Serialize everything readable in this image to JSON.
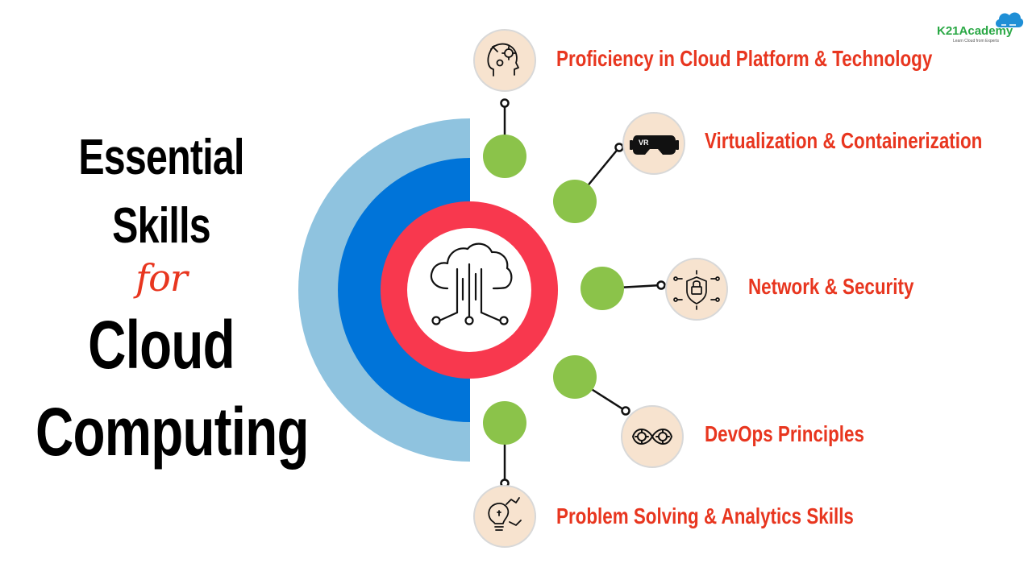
{
  "title": {
    "line1": "Essential",
    "line2": "Skills",
    "line3": "for",
    "line4": "Cloud",
    "line5": "Computing"
  },
  "logo": {
    "name": "K21Academy",
    "tagline": "Learn Cloud from Experts"
  },
  "skills": [
    {
      "label": "Proficiency in Cloud Platform & Technology",
      "icon": "cloud-platform-head-icon"
    },
    {
      "label": "Virtualization & Containerization",
      "icon": "vr-headset-icon"
    },
    {
      "label": "Network & Security",
      "icon": "network-lock-icon"
    },
    {
      "label": "DevOps Principles",
      "icon": "devops-gears-icon"
    },
    {
      "label": "Problem Solving & Analytics Skills",
      "icon": "lightbulb-puzzle-icon"
    }
  ],
  "center": {
    "icon": "cloud-network-icon"
  },
  "colors": {
    "outer_arc": "#8fc3df",
    "middle_arc": "#0074d9",
    "ring": "#f8384e",
    "node": "#8bc34a",
    "icon_bg": "#f7e3cf",
    "label": "#e8361f",
    "title": "#000000",
    "logo_green": "#2aa845"
  }
}
